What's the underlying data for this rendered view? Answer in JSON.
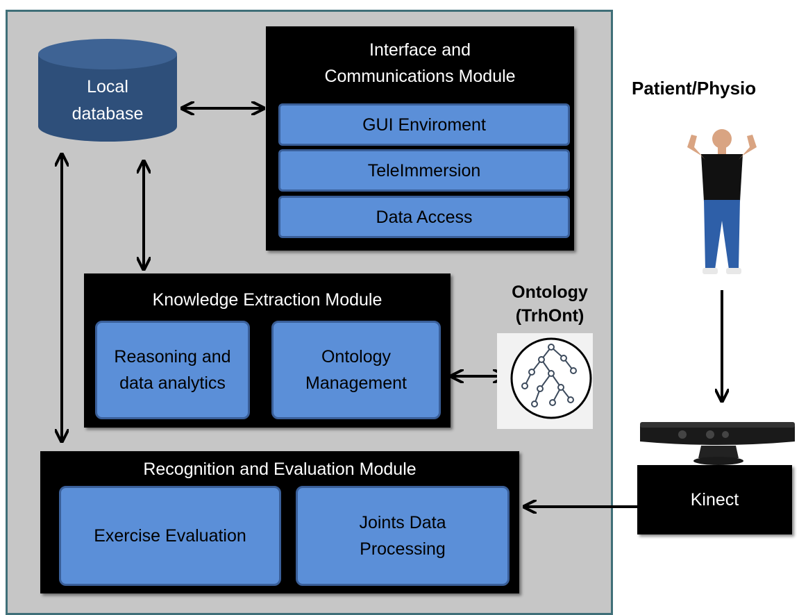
{
  "database": {
    "label_line1": "Local",
    "label_line2": "database"
  },
  "interface_module": {
    "title_line1": "Interface and",
    "title_line2": "Communications  Module",
    "items": [
      "GUI Enviroment",
      "TeleImmersion",
      "Data Access"
    ]
  },
  "knowledge_module": {
    "title": "Knowledge Extraction Module",
    "items": [
      "Reasoning and data analytics",
      "Ontology Management"
    ]
  },
  "recognition_module": {
    "title": "Recognition and Evaluation Module",
    "items": [
      "Exercise Evaluation",
      "Joints Data Processing"
    ]
  },
  "ontology": {
    "label_line1": "Ontology",
    "label_line2": "(TrhOnt)"
  },
  "patient": {
    "label": "Patient/Physio"
  },
  "kinect": {
    "label": "Kinect"
  },
  "colors": {
    "system_bg": "#c6c6c6",
    "system_border": "#3f6f78",
    "module_bg": "#000000",
    "submodule_fill": "#5b8fd8",
    "database_fill": "#2e4f7a"
  }
}
